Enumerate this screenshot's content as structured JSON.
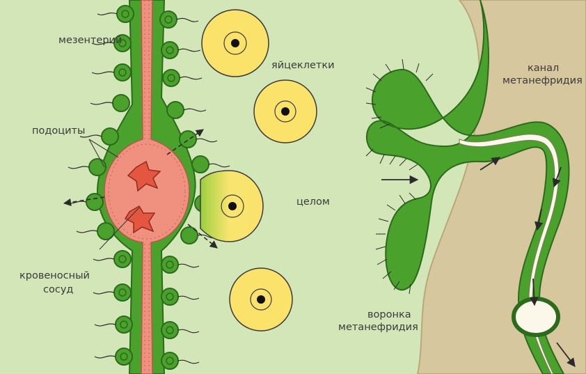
{
  "labels": {
    "mesentery": "мезентерий",
    "eggs": "яйцеклетки",
    "canal_line1": "канал",
    "canal_line2": "метанефридия",
    "podocytes": "подоциты",
    "coelom": "целом",
    "vessel_line1": "кровеносный",
    "vessel_line2": "сосуд",
    "funnel_line1": "воронка",
    "funnel_line2": "метанефридия"
  },
  "colors": {
    "coelom": "#d3e6b7",
    "body_wall": "#d7c79e",
    "cell_green": "#4aa22d",
    "cell_outline": "#2c6a1c",
    "blood": "#f0907f",
    "egg_yolk": "#fbe26b",
    "canal_lumen": "#fbf8ea"
  }
}
